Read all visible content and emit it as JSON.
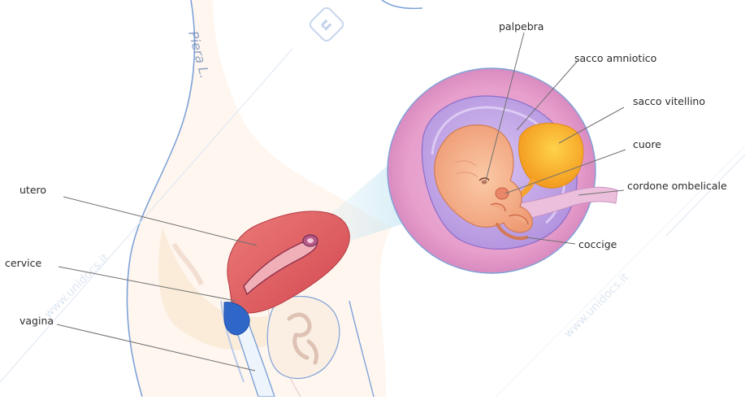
{
  "labels": {
    "palpebra": "palpebra",
    "sacco_amniotico": "sacco amniotico",
    "sacco_vitellino": "sacco vitellino",
    "cuore": "cuore",
    "cordone_ombelicale": "cordone ombelicale",
    "coccige": "coccige",
    "utero": "utero",
    "cervice": "cervice",
    "vagina": "vagina"
  },
  "watermarks": {
    "site": "www.unidocs.it",
    "logo_text": "u",
    "signature": "Piera L."
  },
  "colors": {
    "outline_blue": "#7ea2d8",
    "skin": "#fcefe2",
    "uterus_red": "#d9545a",
    "amniotic_pink": "#e79fcc",
    "amniotic_violet": "#c4a5e6",
    "yolk_orange": "#f6a92d",
    "embryo_peach": "#f5b58c",
    "cervix_blue": "#2f67c9",
    "leader_gray": "#707070"
  }
}
